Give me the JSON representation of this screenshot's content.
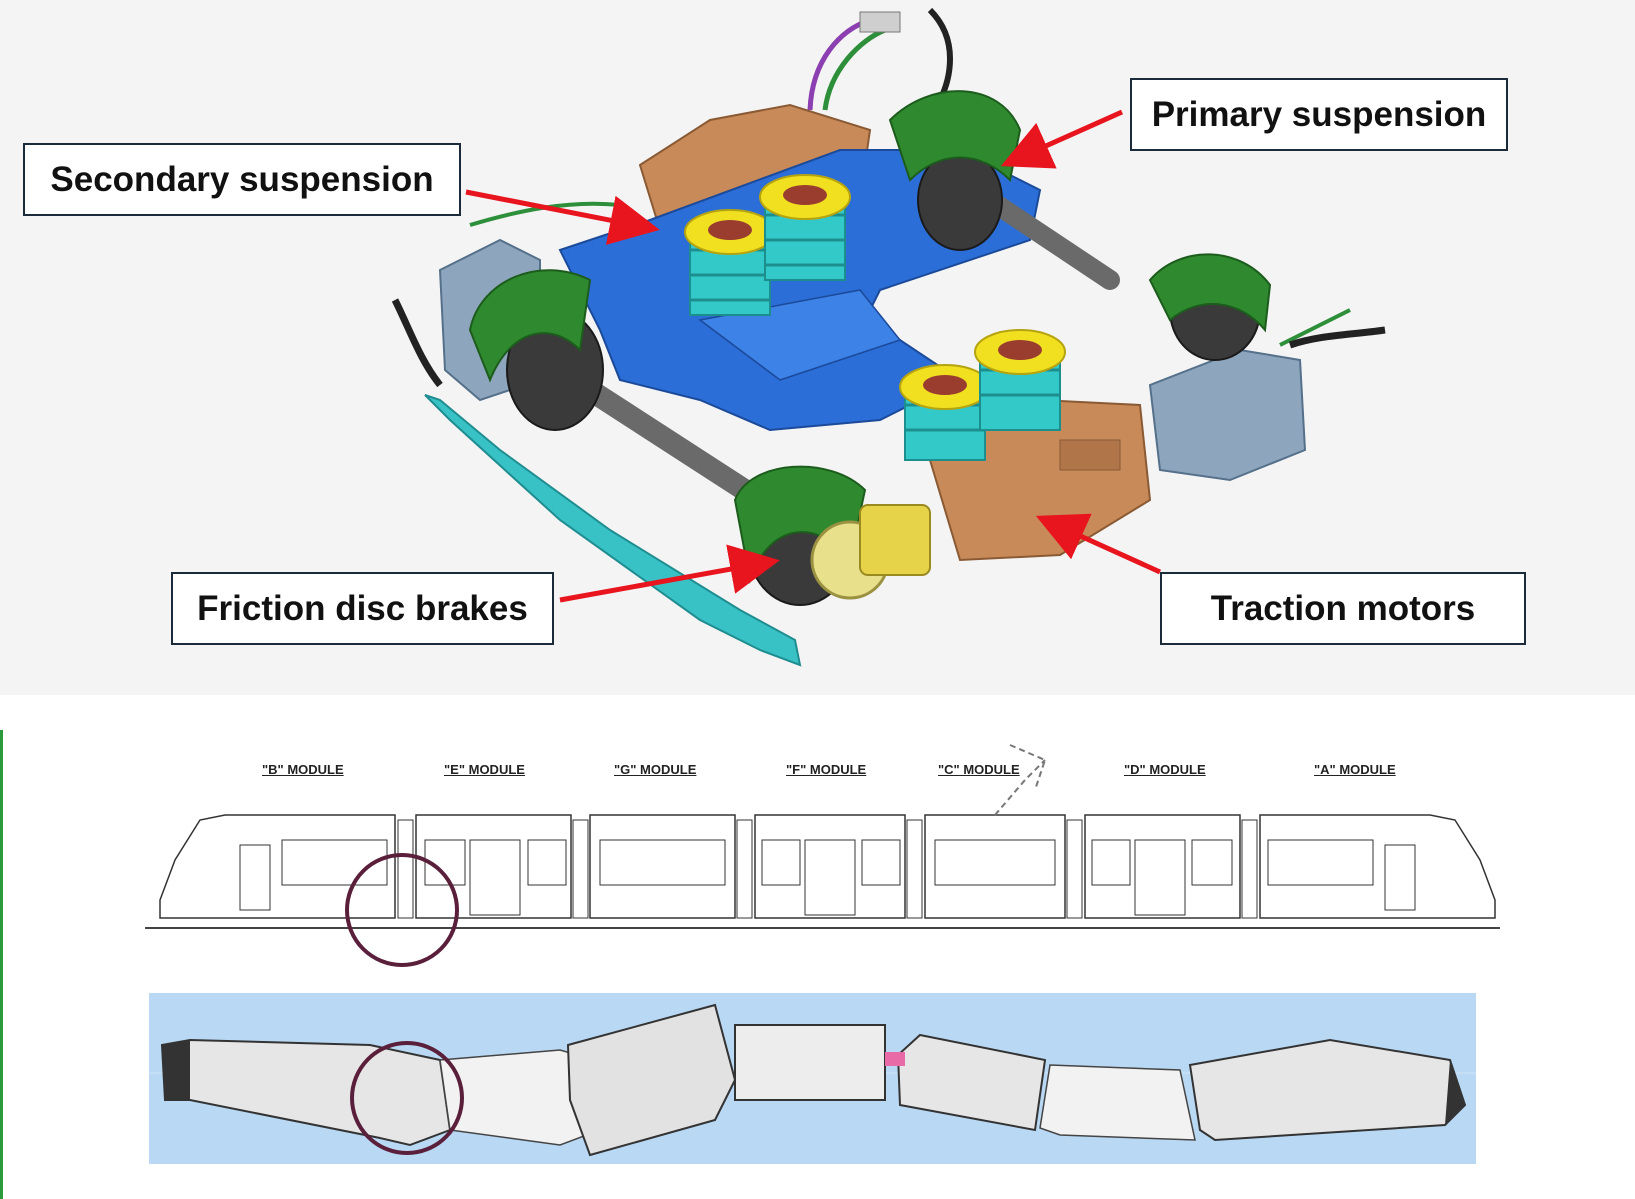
{
  "callouts": {
    "secondary_suspension": "Secondary suspension",
    "primary_suspension": "Primary suspension",
    "friction_disc_brakes": "Friction disc brakes",
    "traction_motors": "Traction motors"
  },
  "modules": [
    "\"B\" MODULE",
    "\"E\" MODULE",
    "\"G\" MODULE",
    "\"F\" MODULE",
    "\"C\" MODULE",
    "\"D\" MODULE",
    "\"A\" MODULE"
  ],
  "colors": {
    "arrow": "#e8141e",
    "frame": "#2c6ed8",
    "spring": "#33c9c9",
    "spring_plate": "#f0e020",
    "wheel_cover": "#2f8a2f",
    "motor": "#c88a58",
    "gearbox": "#8ea6bd",
    "axle": "#6a6a6a",
    "guard": "#39c2c6",
    "highlight_circle": "#5a1f3a",
    "sim_background": "#b9d8f4"
  }
}
